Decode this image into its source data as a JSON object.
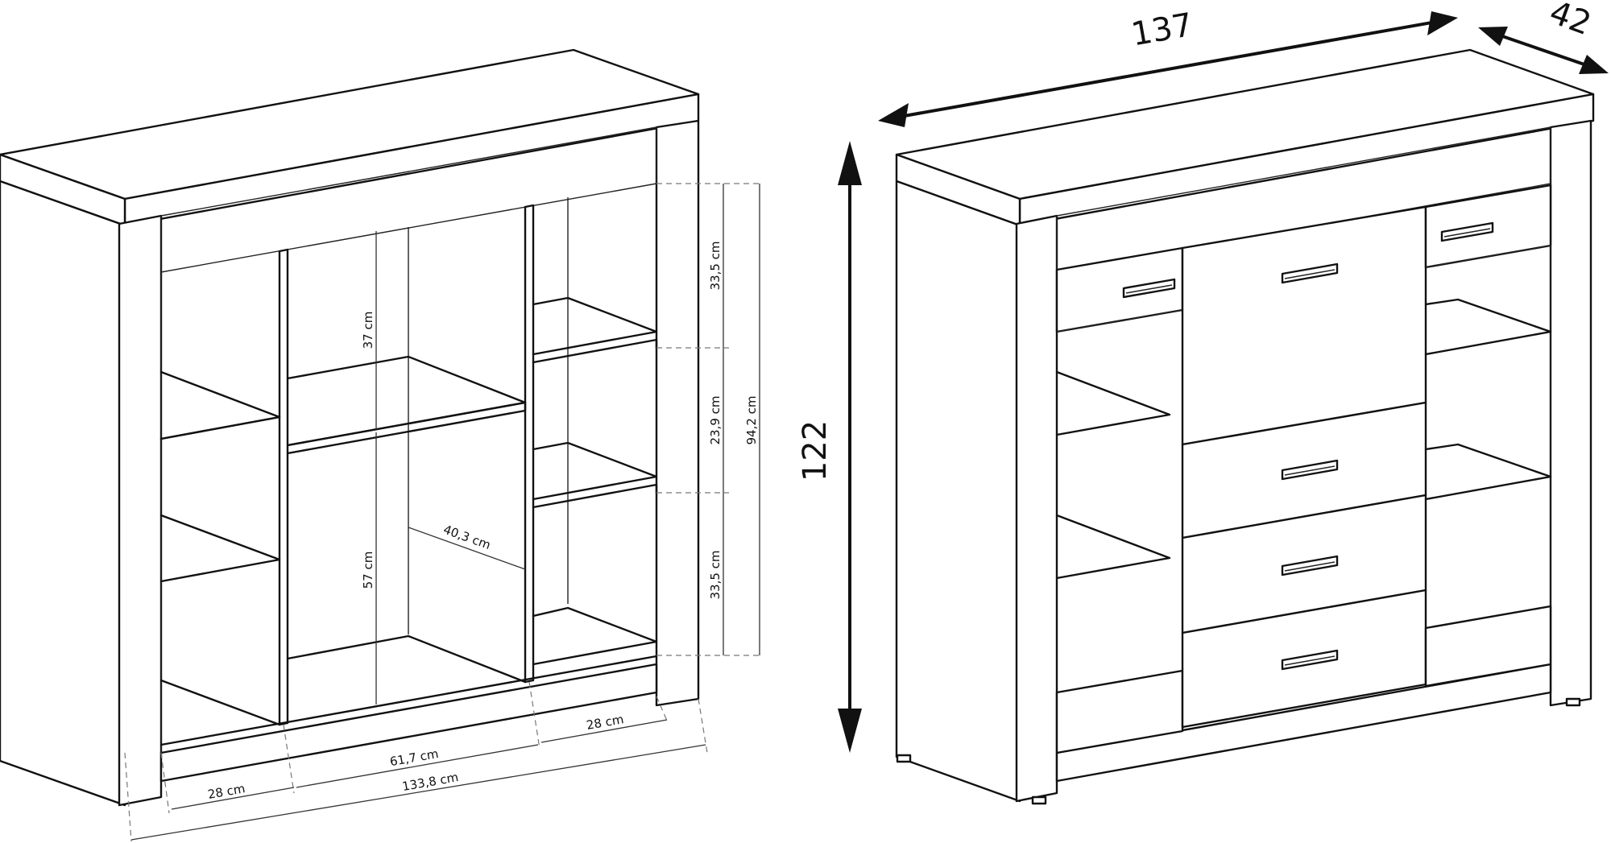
{
  "left_view": {
    "labels": {
      "d37": "37 cm",
      "d57": "57 cm",
      "d403": "40,3 cm",
      "d335a": "33,5 cm",
      "d239": "23,9 cm",
      "d335b": "33,5 cm",
      "d942": "94,2 cm",
      "d28a": "28 cm",
      "d617": "61,7 cm",
      "d28b": "28 cm",
      "d1338": "133,8 cm"
    }
  },
  "right_view": {
    "labels": {
      "width": "137",
      "depth": "42",
      "height": "122"
    }
  }
}
